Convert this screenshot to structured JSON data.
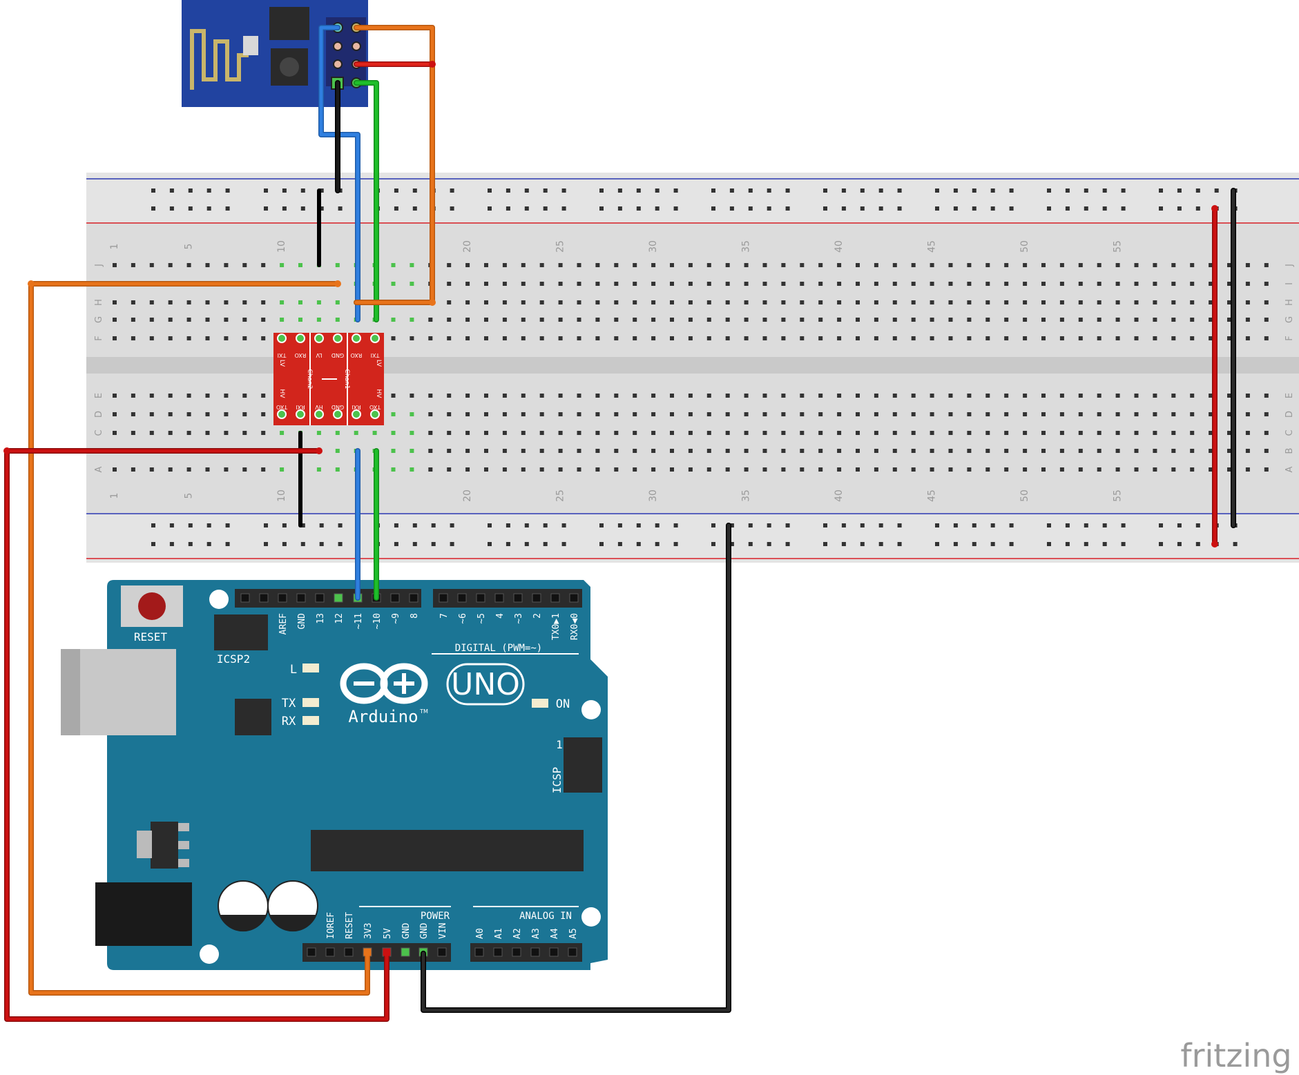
{
  "colors": {
    "breadboard": "#dcdcdc",
    "breadboard_rail": "#e6e6e6",
    "breadboard_gap": "#c8c8c8",
    "rail_red": "#d81f26",
    "rail_blue": "#2a36b0",
    "hole": "#333333",
    "hole_active": "#4cc24c",
    "arduino": "#1b7595",
    "arduino_header": "#2b2b2b",
    "esp_board": "#2143a0",
    "level_shifter": "#d2251c",
    "wire_orange": "#e8731a",
    "wire_red": "#cc1111",
    "wire_black": "#1a1a1a",
    "wire_blue": "#2f7fe0",
    "wire_green": "#1fbf2a",
    "fritzing_text": "#9a9a9a"
  },
  "breadboard": {
    "column_numbers": [
      "1",
      "5",
      "10",
      "20",
      "25",
      "30",
      "35",
      "40",
      "45",
      "50",
      "55"
    ],
    "row_letters_top": [
      "J",
      "I",
      "H",
      "G",
      "F"
    ],
    "row_letters_bottom": [
      "E",
      "D",
      "C",
      "B",
      "A"
    ]
  },
  "level_shifter": {
    "top_pins": [
      "TXI",
      "RXO",
      "LV",
      "GND",
      "RXO",
      "TXI"
    ],
    "top_left_label": "LV",
    "top_right_label": "LV",
    "bottom_pins": [
      "TXO",
      "RXI",
      "HV",
      "GND",
      "RXI",
      "TXO"
    ],
    "bottom_left_label": "HV",
    "bottom_right_label": "HV",
    "chan_left": "Chan2",
    "chan_right": "Chan1"
  },
  "arduino": {
    "reset_label": "RESET",
    "icsp2_label": "ICSP2",
    "digital_pins": [
      "AREF",
      "GND",
      "13",
      "12",
      "~11",
      "~10",
      "~9",
      "8",
      "7",
      "~6",
      "~5",
      "4",
      "~3",
      "2",
      "TX0▶1",
      "RX0◀0"
    ],
    "digital_label": "DIGITAL (PWM=~)",
    "led_l": "L",
    "led_tx": "TX",
    "led_rx": "RX",
    "logo_text": "UNO",
    "brand": "Arduino",
    "trademark": "TM",
    "on_label": "ON",
    "icsp_label": "ICSP",
    "icsp_pin1": "1",
    "power_label": "POWER",
    "power_pins": [
      "IOREF",
      "RESET",
      "3V3",
      "5V",
      "GND",
      "GND",
      "VIN"
    ],
    "analog_label": "ANALOG IN",
    "analog_pins": [
      "A0",
      "A1",
      "A2",
      "A3",
      "A4",
      "A5"
    ]
  },
  "watermark": "fritzing"
}
